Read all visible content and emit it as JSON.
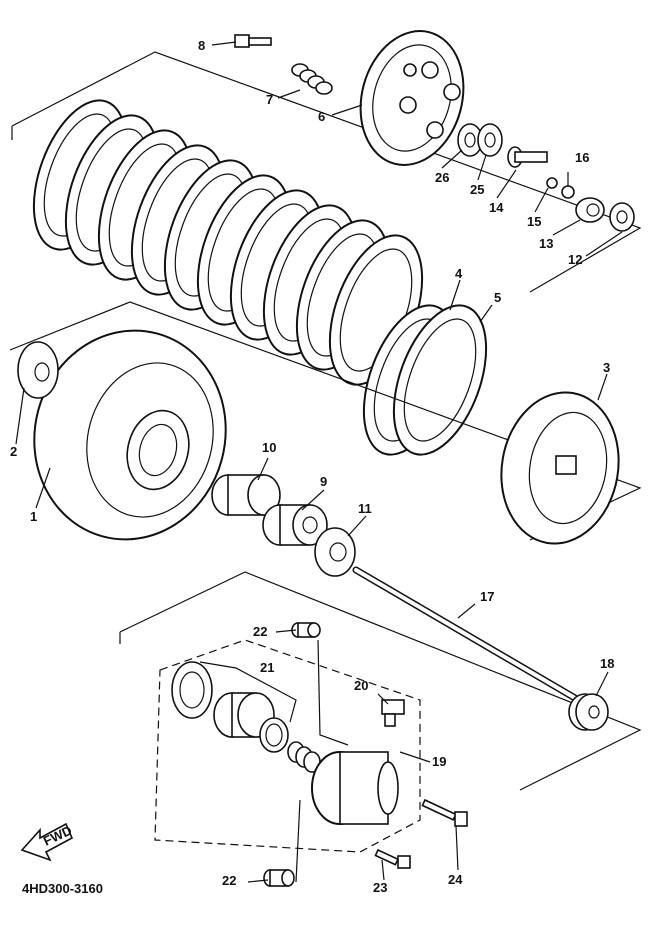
{
  "diagram": {
    "code": "4HD300-3160",
    "arrow_label": "FWD",
    "callouts": [
      "1",
      "2",
      "3",
      "4",
      "5",
      "6",
      "7",
      "8",
      "9",
      "10",
      "11",
      "12",
      "13",
      "14",
      "15",
      "16",
      "17",
      "18",
      "19",
      "20",
      "21",
      "22",
      "22",
      "23",
      "24",
      "25",
      "26"
    ]
  }
}
